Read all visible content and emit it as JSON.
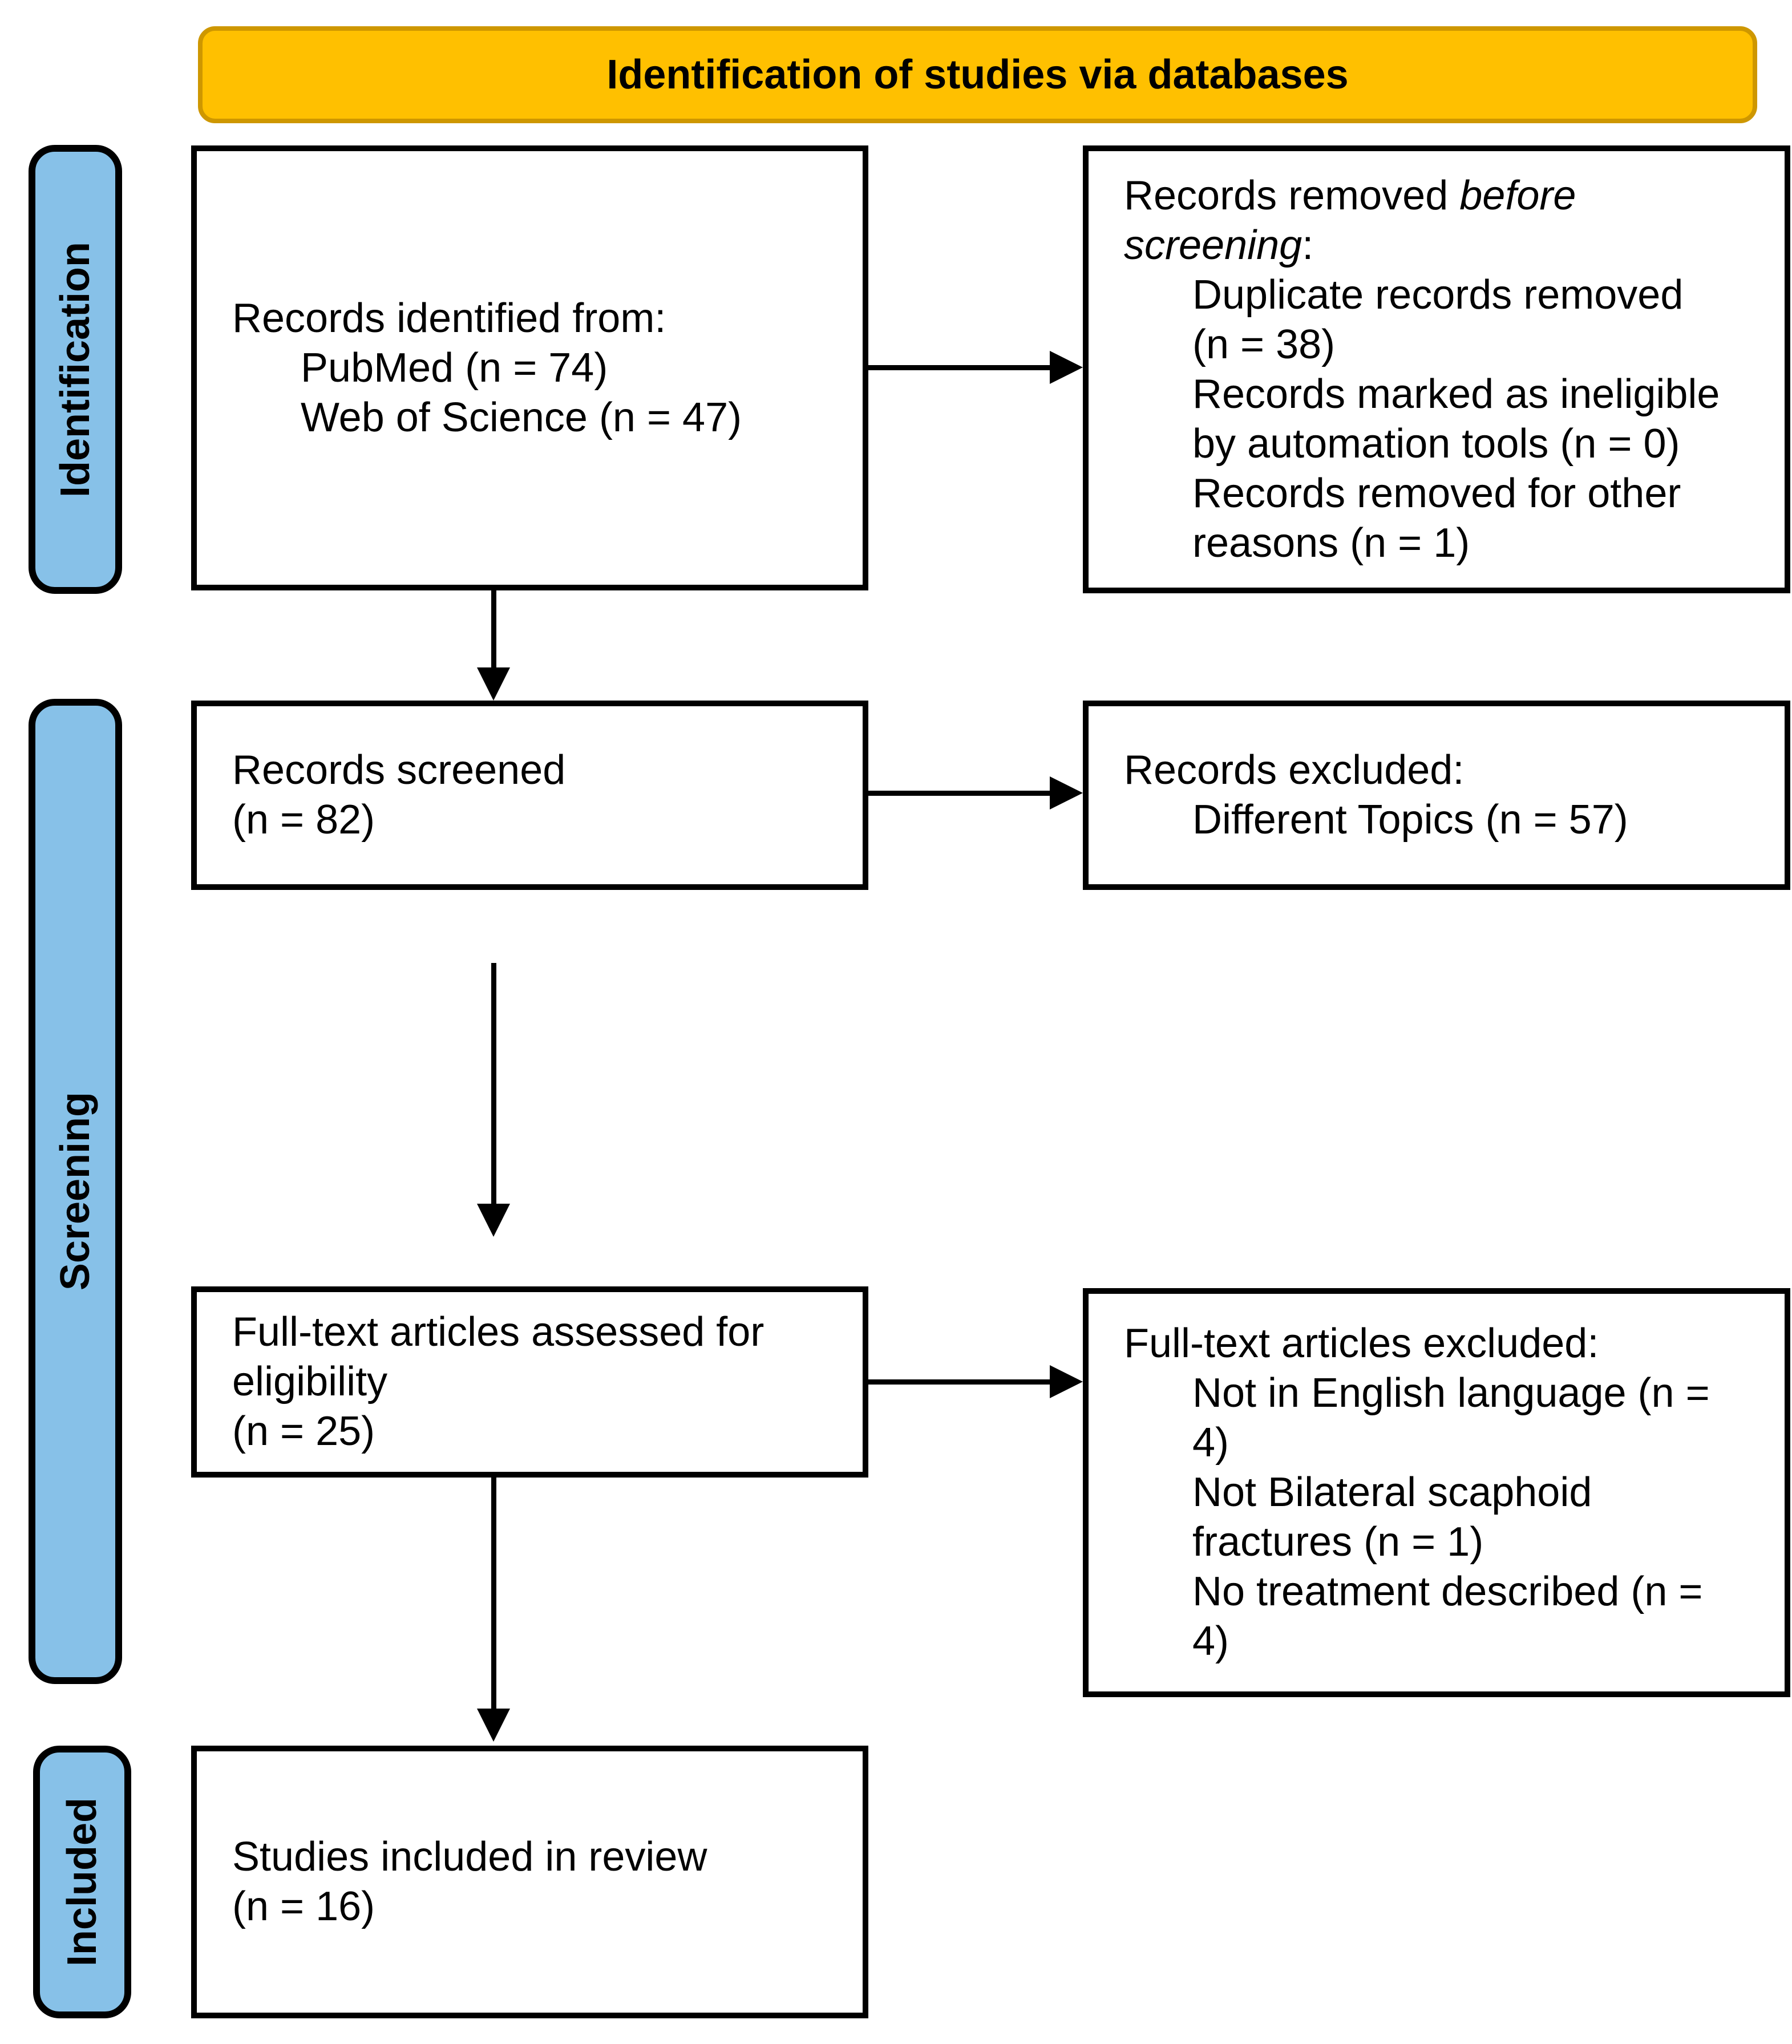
{
  "banner": {
    "label": "Identification of studies via databases"
  },
  "stages": [
    {
      "label": "Identification"
    },
    {
      "label": "Screening"
    },
    {
      "label": "Included"
    }
  ],
  "boxes": {
    "records_identified": {
      "lines": [
        {
          "indent": 0,
          "segments": [
            {
              "text": "Records identified from:"
            }
          ]
        },
        {
          "indent": 1,
          "segments": [
            {
              "text": "PubMed (n = 74)"
            }
          ]
        },
        {
          "indent": 1,
          "segments": [
            {
              "text": "Web of Science (n = 47)"
            }
          ]
        }
      ]
    },
    "records_removed": {
      "lines": [
        {
          "indent": 0,
          "segments": [
            {
              "text": "Records removed "
            },
            {
              "text": "before",
              "italic": true
            }
          ]
        },
        {
          "indent": 0,
          "segments": [
            {
              "text": "screening",
              "italic": true
            },
            {
              "text": ":"
            }
          ]
        },
        {
          "indent": 1,
          "segments": [
            {
              "text": "Duplicate records removed"
            }
          ]
        },
        {
          "indent": 1,
          "segments": [
            {
              "text": "(n = 38)"
            }
          ]
        },
        {
          "indent": 1,
          "segments": [
            {
              "text": "Records marked as ineligible"
            }
          ]
        },
        {
          "indent": 1,
          "segments": [
            {
              "text": "by automation tools (n = 0)"
            }
          ]
        },
        {
          "indent": 1,
          "segments": [
            {
              "text": "Records removed for other"
            }
          ]
        },
        {
          "indent": 1,
          "segments": [
            {
              "text": "reasons (n = 1)"
            }
          ]
        }
      ]
    },
    "records_screened": {
      "lines": [
        {
          "indent": 0,
          "segments": [
            {
              "text": "Records screened"
            }
          ]
        },
        {
          "indent": 0,
          "segments": [
            {
              "text": "(n = 82)"
            }
          ]
        }
      ]
    },
    "records_excluded": {
      "lines": [
        {
          "indent": 0,
          "segments": [
            {
              "text": "Records excluded:"
            }
          ]
        },
        {
          "indent": 1,
          "segments": [
            {
              "text": "Different Topics (n = 57)"
            }
          ]
        }
      ]
    },
    "fulltext_assessed": {
      "lines": [
        {
          "indent": 0,
          "segments": [
            {
              "text": "Full-text articles assessed for"
            }
          ]
        },
        {
          "indent": 0,
          "segments": [
            {
              "text": "eligibility"
            }
          ]
        },
        {
          "indent": 0,
          "segments": [
            {
              "text": "(n = 25)"
            }
          ]
        }
      ]
    },
    "fulltext_excluded": {
      "lines": [
        {
          "indent": 0,
          "segments": [
            {
              "text": "Full-text articles excluded:"
            }
          ]
        },
        {
          "indent": 1,
          "segments": [
            {
              "text": "Not in English language (n ="
            }
          ]
        },
        {
          "indent": 1,
          "segments": [
            {
              "text": "4)"
            }
          ]
        },
        {
          "indent": 1,
          "segments": [
            {
              "text": "Not Bilateral scaphoid"
            }
          ]
        },
        {
          "indent": 1,
          "segments": [
            {
              "text": "fractures (n = 1)"
            }
          ]
        },
        {
          "indent": 1,
          "segments": [
            {
              "text": "No treatment described (n ="
            }
          ]
        },
        {
          "indent": 1,
          "segments": [
            {
              "text": "4)"
            }
          ]
        }
      ]
    },
    "studies_included": {
      "lines": [
        {
          "indent": 0,
          "segments": [
            {
              "text": "Studies included in review"
            }
          ]
        },
        {
          "indent": 0,
          "segments": [
            {
              "text": "(n = 16)"
            }
          ]
        }
      ]
    }
  },
  "colors": {
    "banner_fill": "#FFC000",
    "banner_border": "#CE9700",
    "stage_fill": "#87C1E8",
    "box_border": "#000000",
    "arrow": "#000000"
  }
}
